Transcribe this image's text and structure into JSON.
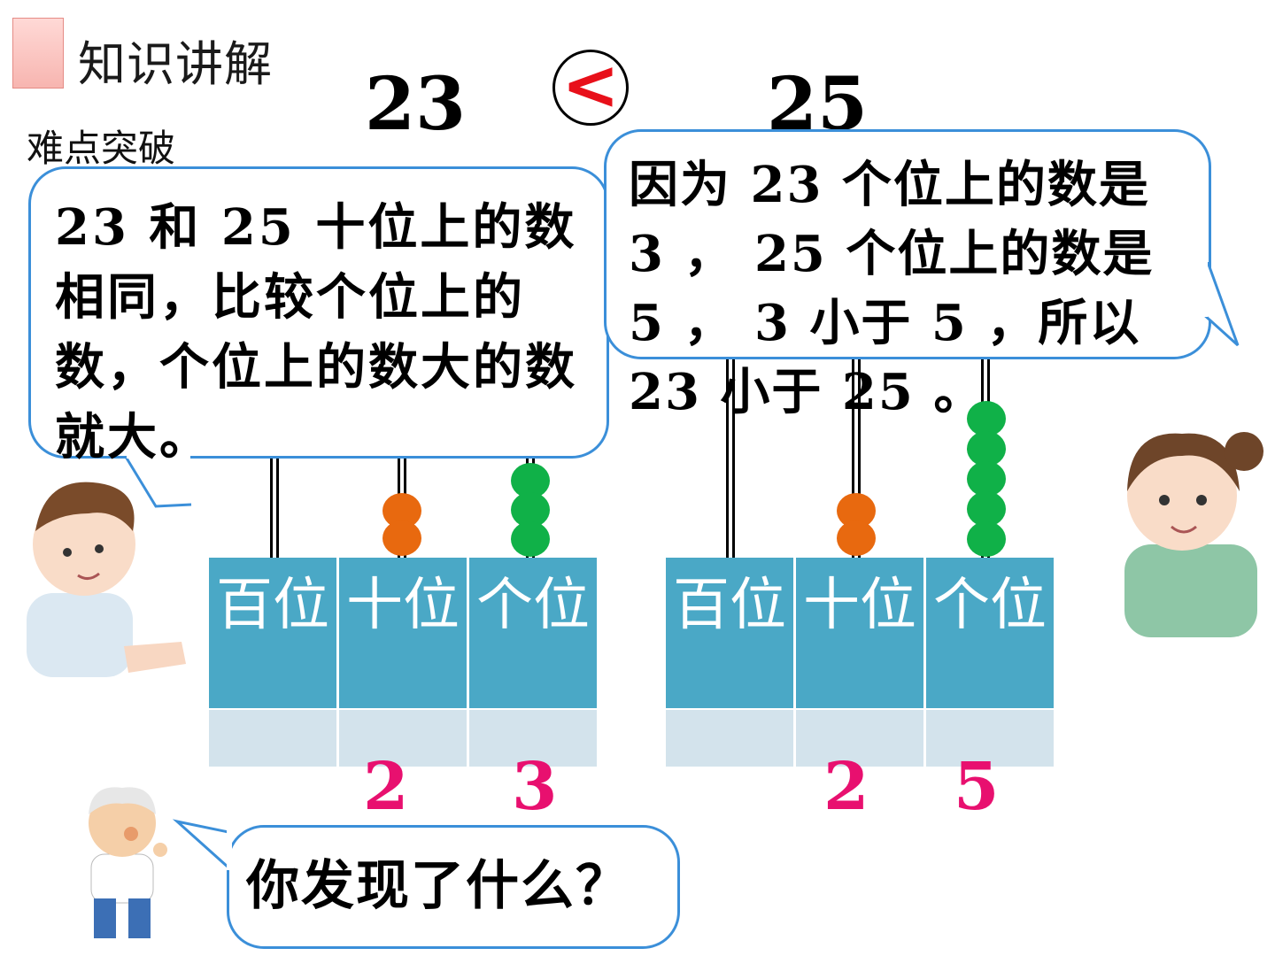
{
  "header": {
    "section_title": "知识讲解",
    "subsection": "难点突破"
  },
  "comparison": {
    "left_number": "23",
    "sign": "<",
    "right_number": "25"
  },
  "tables": [
    {
      "columns": [
        "百位",
        "十位",
        "个位"
      ],
      "digits": [
        "",
        "2",
        "3"
      ],
      "beads": {
        "tens": 2,
        "ones": 3
      }
    },
    {
      "columns": [
        "百位",
        "十位",
        "个位"
      ],
      "digits": [
        "",
        "2",
        "5"
      ],
      "beads": {
        "tens": 2,
        "ones": 5
      }
    }
  ],
  "bubbles": {
    "boy": "23 和 25 十位上的数相同，比较个位上的数，个位上的数大的数就大。",
    "girl": "因为 23 个位上的数是 3 ， 25 个位上的数是 5 ， 3 小于 5 ，所以 23 小于 25 。",
    "grandpa": "你发现了什么？"
  },
  "colors": {
    "table_header": "#4aa8c6",
    "table_footer": "#d3e3ec",
    "digit": "#e8106f",
    "bead_tens": "#e8690f",
    "bead_ones": "#10b148",
    "bubble_border": "#3b8fd9",
    "compare_sign": "#e8101a"
  }
}
